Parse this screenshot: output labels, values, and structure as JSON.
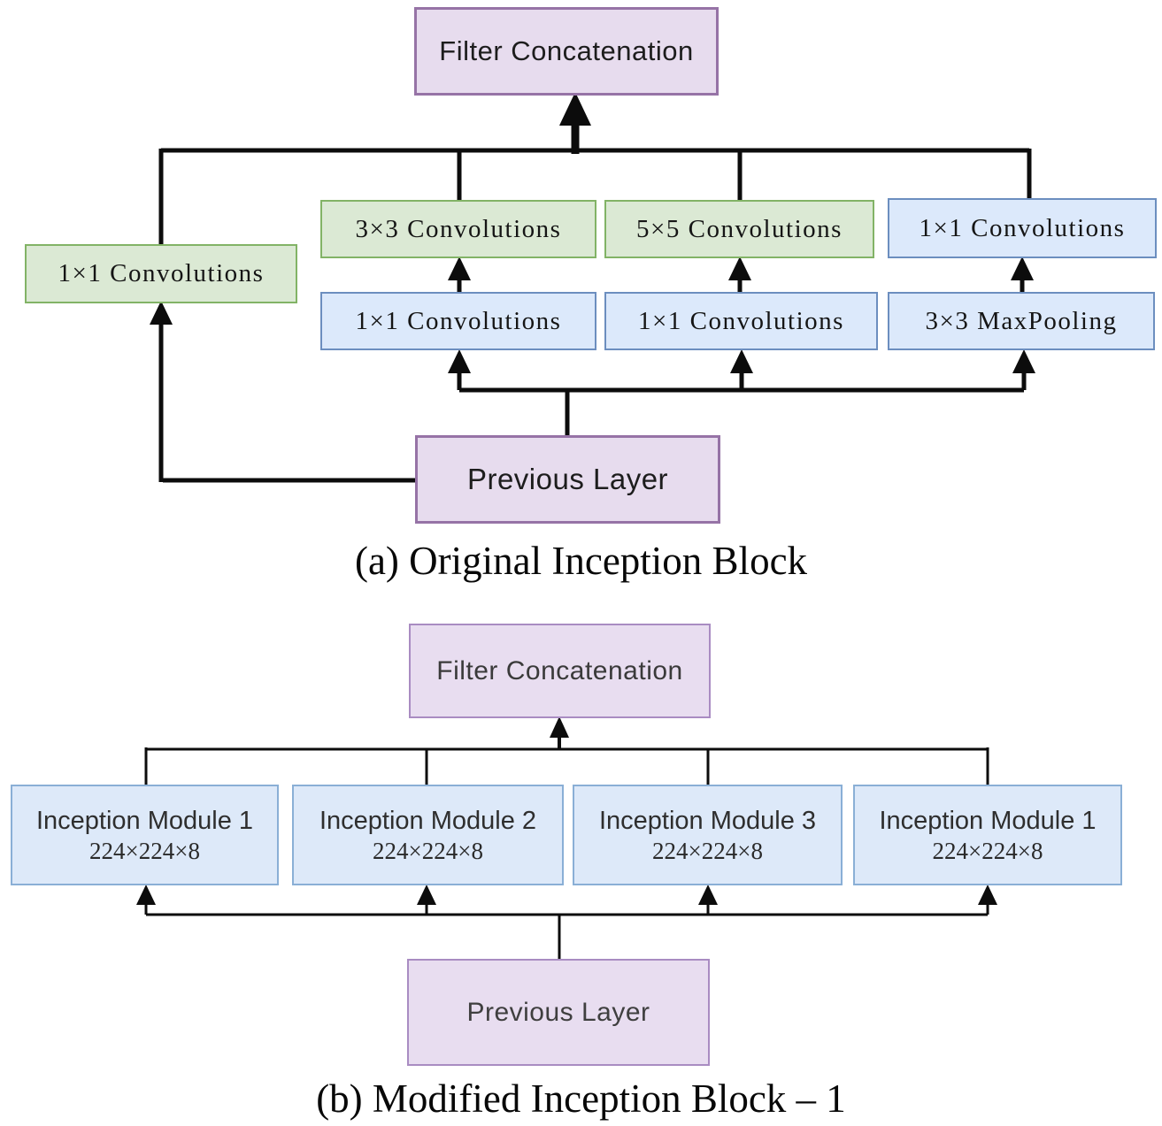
{
  "figure": {
    "panel_a": {
      "caption": "(a) Original Inception Block",
      "filter_concat_label": "Filter Concatenation",
      "previous_layer_label": "Previous Layer",
      "branch_conv_label": "1×1 Convolutions",
      "row1": [
        "3×3 Convolutions",
        "5×5 Convolutions",
        "1×1 Convolutions"
      ],
      "row2": [
        "1×1 Convolutions",
        "1×1 Convolutions",
        "3×3 MaxPooling"
      ]
    },
    "panel_b": {
      "caption": "(b) Modified Inception Block – 1",
      "filter_concat_label": "Filter Concatenation",
      "previous_layer_label": "Previous Layer",
      "modules": [
        {
          "title": "Inception Module 1",
          "dims": "224×224×8"
        },
        {
          "title": "Inception Module 2",
          "dims": "224×224×8"
        },
        {
          "title": "Inception Module 3",
          "dims": "224×224×8"
        },
        {
          "title": "Inception Module 1",
          "dims": "224×224×8"
        }
      ]
    },
    "colors": {
      "purple_fill": "#e7dcee",
      "purple_stroke": "#9673a6",
      "green_fill": "#dbe9d4",
      "green_stroke": "#82b366",
      "blue_fill": "#dce9fb",
      "blue_stroke": "#6c8ebf",
      "line": "#0c0c0c"
    }
  }
}
